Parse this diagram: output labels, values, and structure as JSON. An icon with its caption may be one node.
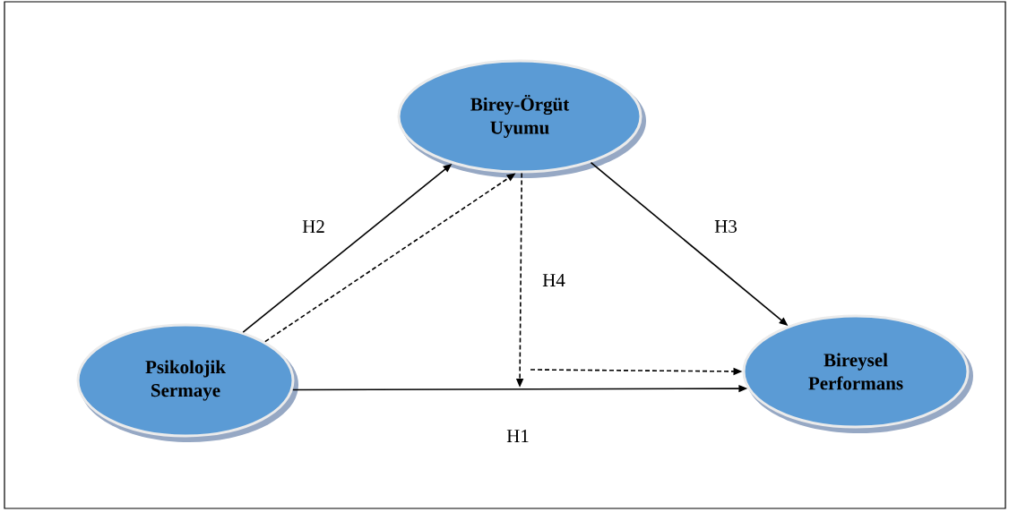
{
  "diagram": {
    "nodes": [
      {
        "text": [
          "Birey-Örgüt Uyumu"
        ]
      },
      {
        "text": [
          "Psikolojik Sermaye"
        ]
      },
      {
        "text": [
          "Bireysel Performans"
        ]
      }
    ],
    "edges": [
      {
        "from": 1,
        "to": 0,
        "arrow": "to",
        "label": "H2"
      },
      {
        "from": 0,
        "to": 2,
        "arrow": "to",
        "label": "H3"
      },
      {
        "from": 1,
        "to": 2,
        "arrow": "to",
        "label": "H1"
      },
      {
        "from": 1,
        "to": 0,
        "arrow": "to",
        "style": "dashed"
      },
      {
        "from": 0,
        "to": null,
        "arrow": "to",
        "style": "dashed",
        "label": "H4"
      },
      {
        "from": null,
        "to": 2,
        "arrow": "to",
        "style": "dashed"
      }
    ]
  }
}
